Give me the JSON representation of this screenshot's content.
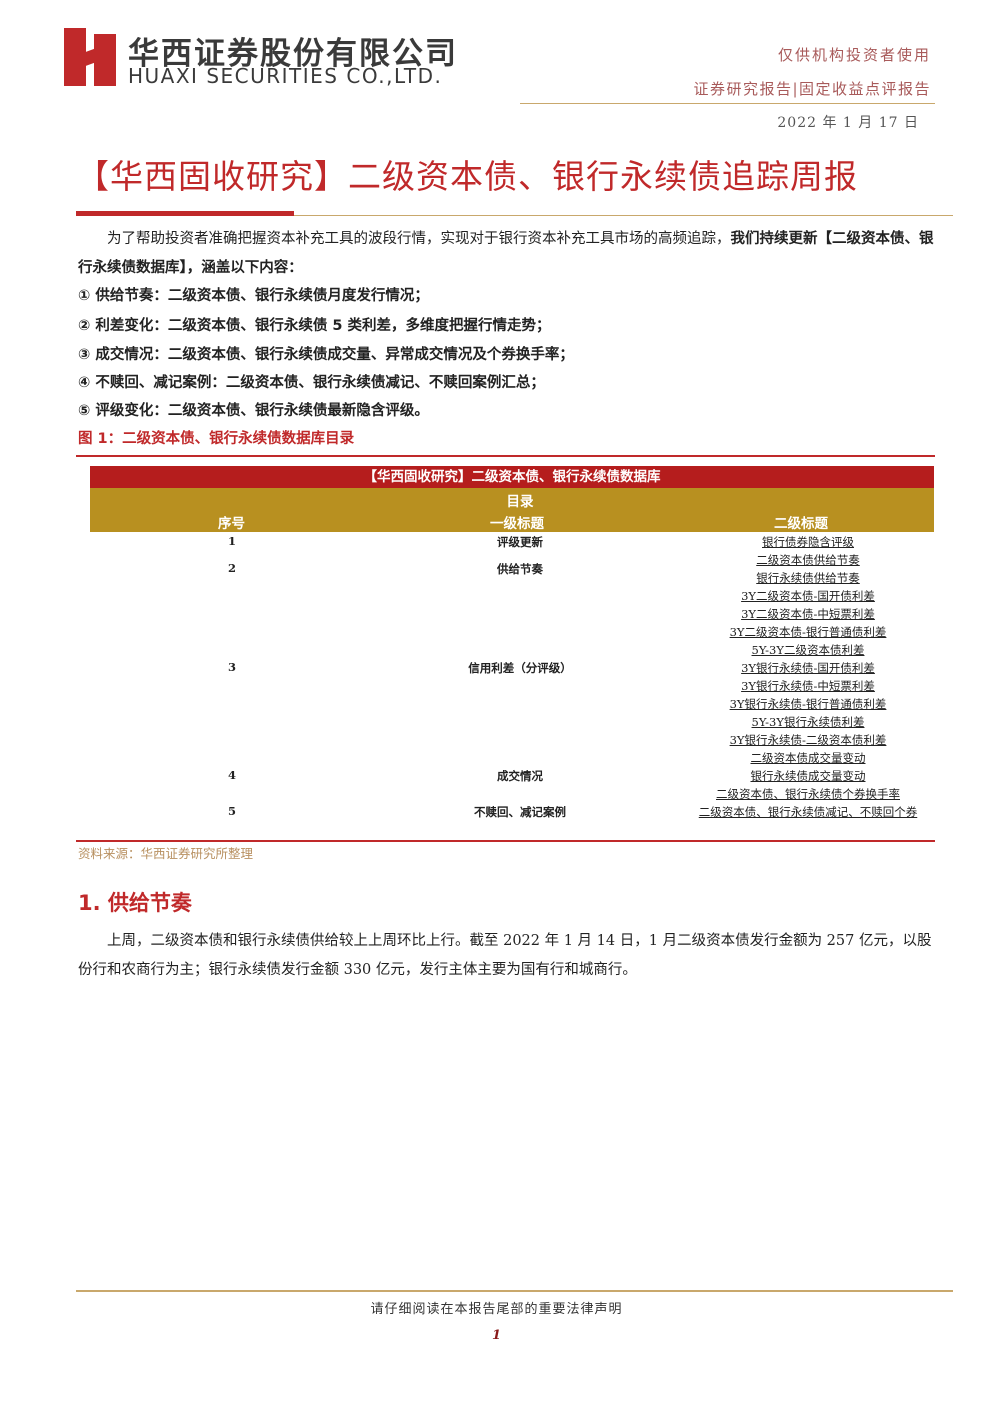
{
  "header": {
    "company_cn": "华西证券股份有限公司",
    "company_en": "HUAXI SECURITIES CO.,LTD.",
    "audience": "仅供机构投资者使用",
    "report_type": "证券研究报告|固定收益点评报告",
    "date": "2022 年 1 月 17 日",
    "brand_color": "#c0292a"
  },
  "title": "【华西固收研究】二级资本债、银行永续债追踪周报",
  "intro": {
    "normal": "为了帮助投资者准确把握资本补充工具的波段行情，实现对于银行资本补充工具市场的高频追踪，",
    "bold": "我们持续更新【二级资本债、银行永续债数据库】，涵盖以下内容："
  },
  "list": [
    "① 供给节奏：二级资本债、银行永续债月度发行情况；",
    "② 利差变化：二级资本债、银行永续债 5 类利差，多维度把握行情走势；",
    "③ 成交情况：二级资本债、银行永续债成交量、异常成交情况及个券换手率；",
    "④ 不赎回、减记案例：二级资本债、银行永续债减记、不赎回案例汇总；",
    "⑤ 评级变化：二级资本债、银行永续债最新隐含评级。"
  ],
  "figure": {
    "caption": "图 1：二级资本债、银行永续债数据库目录",
    "db_title": "【华西固收研究】二级资本债、银行永续债数据库",
    "toc_label": "目录",
    "col_seq": "序号",
    "col_level1": "一级标题",
    "col_level2": "二级标题",
    "groups": [
      {
        "seq": "1",
        "level1": "评级更新",
        "items": [
          "银行债券隐含评级"
        ]
      },
      {
        "seq": "2",
        "level1": "供给节奏",
        "items": [
          "二级资本债供给节奏",
          "银行永续债供给节奏"
        ]
      },
      {
        "seq": "3",
        "level1": "信用利差（分评级）",
        "items": [
          "3Y二级资本债-国开债利差",
          "3Y二级资本债-中短票利差",
          "3Y二级资本债-银行普通债利差",
          "5Y-3Y二级资本债利差",
          "3Y银行永续债-国开债利差",
          "3Y银行永续债-中短票利差",
          "3Y银行永续债-银行普通债利差",
          "5Y-3Y银行永续债利差",
          "3Y银行永续债-二级资本债利差"
        ]
      },
      {
        "seq": "4",
        "level1": "成交情况",
        "items": [
          "二级资本债成交量变动",
          "银行永续债成交量变动",
          "二级资本债、银行永续债个券换手率"
        ]
      },
      {
        "seq": "5",
        "level1": "不赎回、减记案例",
        "items": [
          "二级资本债、银行永续债减记、不赎回个券"
        ]
      }
    ],
    "source": "资料来源：华西证券研究所整理"
  },
  "section1": {
    "title": "1. 供给节奏",
    "body": "上周，二级资本债和银行永续债供给较上上周环比上行。截至 2022 年 1 月 14 日，1 月二级资本债发行金额为 257 亿元，以股份行和农商行为主；银行永续债发行金额 330 亿元，发行主体主要为国有行和城商行。"
  },
  "footer": {
    "disclaimer": "请仔细阅读在本报告尾部的重要法律声明",
    "page": "1"
  }
}
